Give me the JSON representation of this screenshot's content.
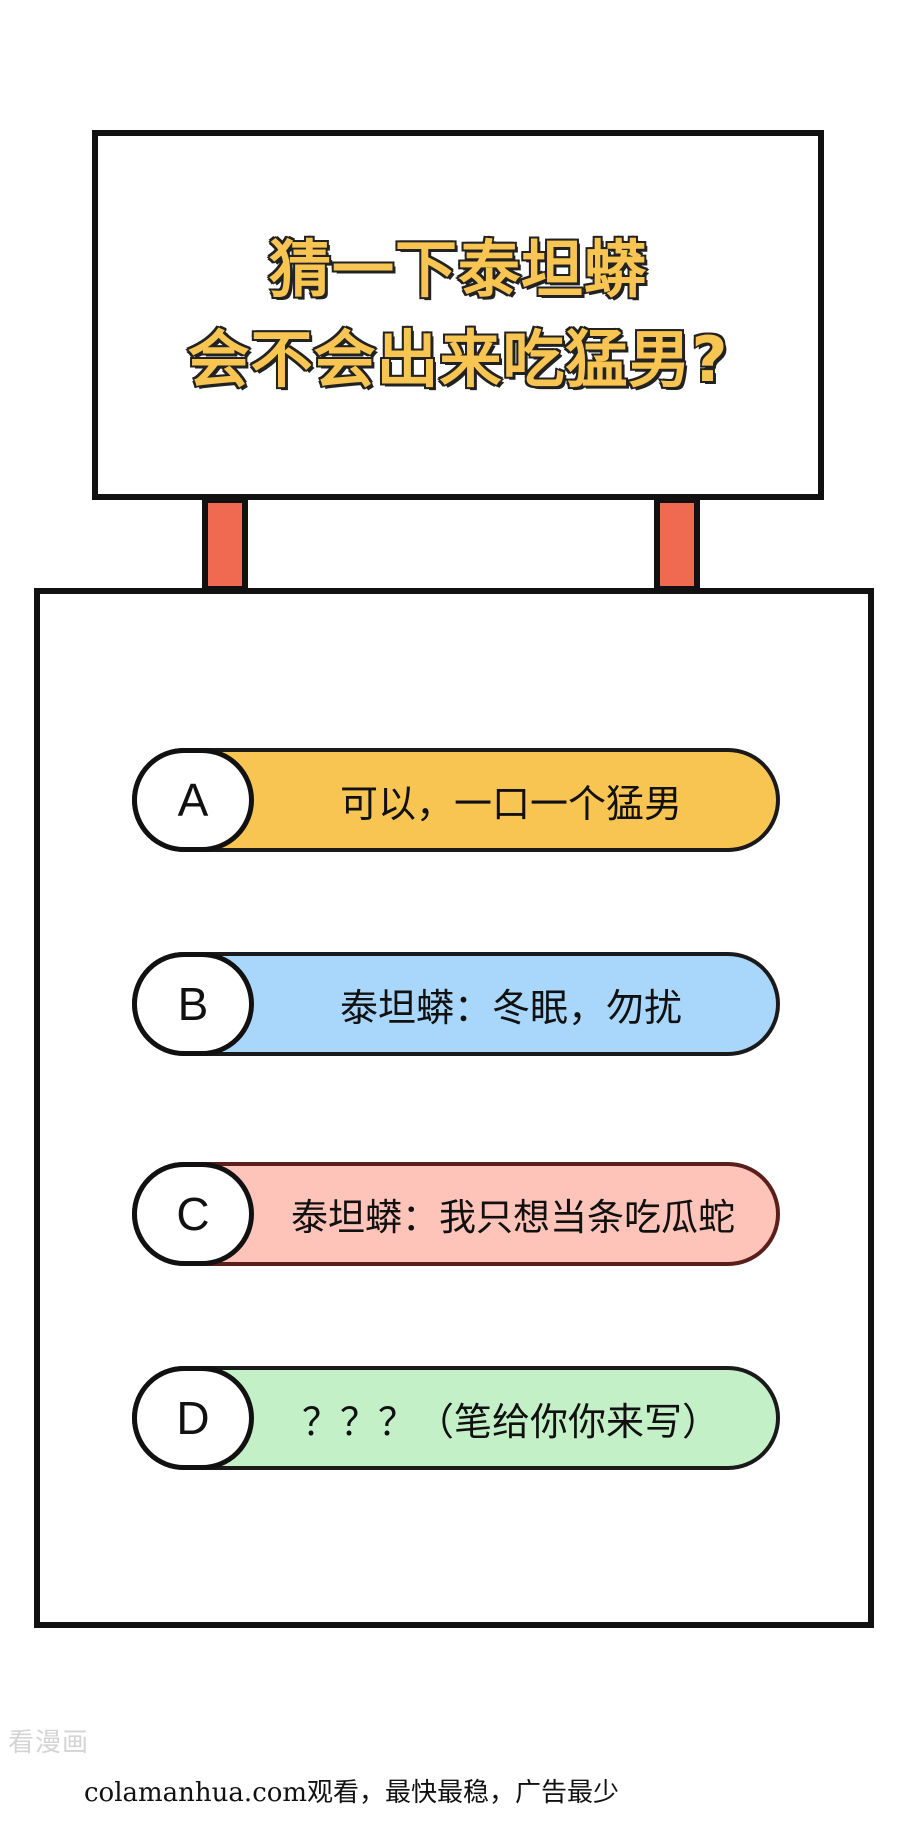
{
  "sign": {
    "title_line1": "猜一下泰坦蟒",
    "title_line2": "会不会出来吃猛男?"
  },
  "options": [
    {
      "letter": "A",
      "text": "可以，一口一个猛男",
      "color": "#f8c552"
    },
    {
      "letter": "B",
      "text": "泰坦蟒：冬眠，勿扰",
      "color": "#a9d6fb"
    },
    {
      "letter": "C",
      "text": "泰坦蟒：我只想当条吃瓜蛇",
      "color": "#ffc4b9"
    },
    {
      "letter": "D",
      "text": "？？？（笔给你你来写）",
      "color": "#c4f0c8"
    }
  ],
  "watermark": "看漫画",
  "footer": "colamanhua.com观看，最快最稳，广告最少",
  "colors": {
    "post": "#f06a52",
    "title_fill": "#f8c552",
    "outline": "#111111"
  }
}
